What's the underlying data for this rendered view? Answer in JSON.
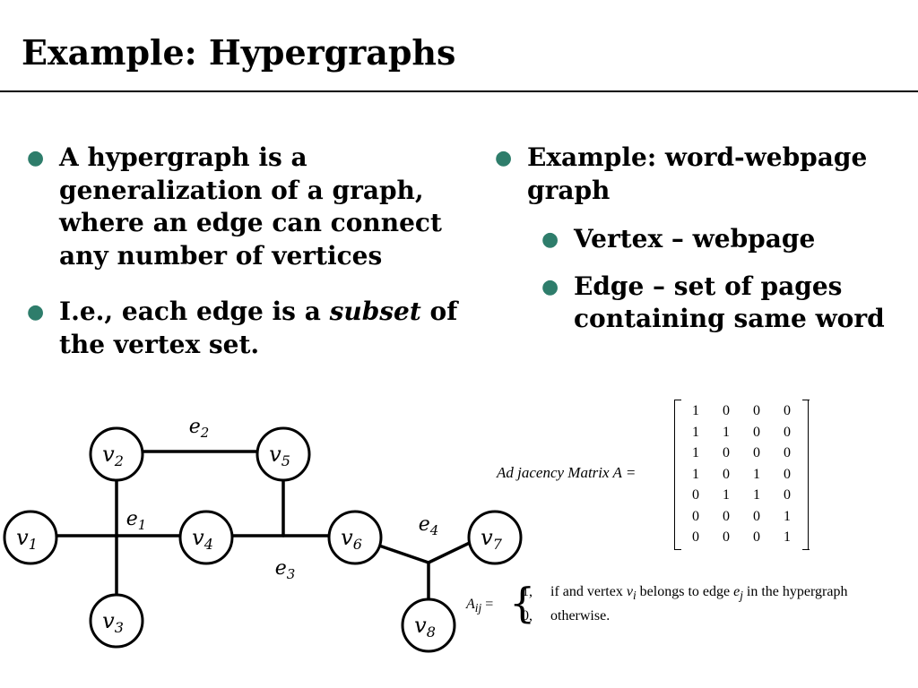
{
  "slide": {
    "title": "Example: Hypergraphs"
  },
  "left_bullets": [
    {
      "text_a": "A hypergraph is a generalization of a graph, where an edge can connect any number of vertices"
    },
    {
      "text_a": "I.e., each edge is a ",
      "text_em": "subset",
      "text_b": " of the vertex set."
    }
  ],
  "right_bullets": {
    "main": "Example: word-webpage graph",
    "sub": [
      "Vertex – webpage",
      "Edge – set of pages containing same word"
    ]
  },
  "graph": {
    "vertices": [
      {
        "id": "v1",
        "sym": "v",
        "sub": "1"
      },
      {
        "id": "v2",
        "sym": "v",
        "sub": "2"
      },
      {
        "id": "v3",
        "sym": "v",
        "sub": "3"
      },
      {
        "id": "v4",
        "sym": "v",
        "sub": "4"
      },
      {
        "id": "v5",
        "sym": "v",
        "sub": "5"
      },
      {
        "id": "v6",
        "sym": "v",
        "sub": "6"
      },
      {
        "id": "v7",
        "sym": "v",
        "sub": "7"
      },
      {
        "id": "v8",
        "sym": "v",
        "sub": "8"
      }
    ],
    "edges": [
      {
        "id": "e1",
        "sym": "e",
        "sub": "1",
        "members": [
          "v1",
          "v2",
          "v3",
          "v4"
        ]
      },
      {
        "id": "e2",
        "sym": "e",
        "sub": "2",
        "members": [
          "v2",
          "v5"
        ]
      },
      {
        "id": "e3",
        "sym": "e",
        "sub": "3",
        "members": [
          "v4",
          "v5",
          "v6"
        ]
      },
      {
        "id": "e4",
        "sym": "e",
        "sub": "4",
        "members": [
          "v6",
          "v7",
          "v8"
        ]
      }
    ]
  },
  "matrix": {
    "label": "Ad jacency Matrix A =",
    "rows": [
      [
        "1",
        "0",
        "0",
        "0"
      ],
      [
        "1",
        "1",
        "0",
        "0"
      ],
      [
        "1",
        "0",
        "0",
        "0"
      ],
      [
        "1",
        "0",
        "1",
        "0"
      ],
      [
        "0",
        "1",
        "1",
        "0"
      ],
      [
        "0",
        "0",
        "0",
        "1"
      ],
      [
        "0",
        "0",
        "0",
        "1"
      ]
    ]
  },
  "definition": {
    "lhs": "A",
    "lhs_sub": "ij",
    "lhs_eq": " =",
    "case1_val": "1,",
    "case1_text_a": "if  and vertex ",
    "case1_vi": "v",
    "case1_vi_sub": "i",
    "case1_text_b": " belongs to edge ",
    "case1_ej": "e",
    "case1_ej_sub": "j",
    "case1_text_c": " in the hypergraph",
    "case2_val": "0,",
    "case2_text": "otherwise."
  }
}
